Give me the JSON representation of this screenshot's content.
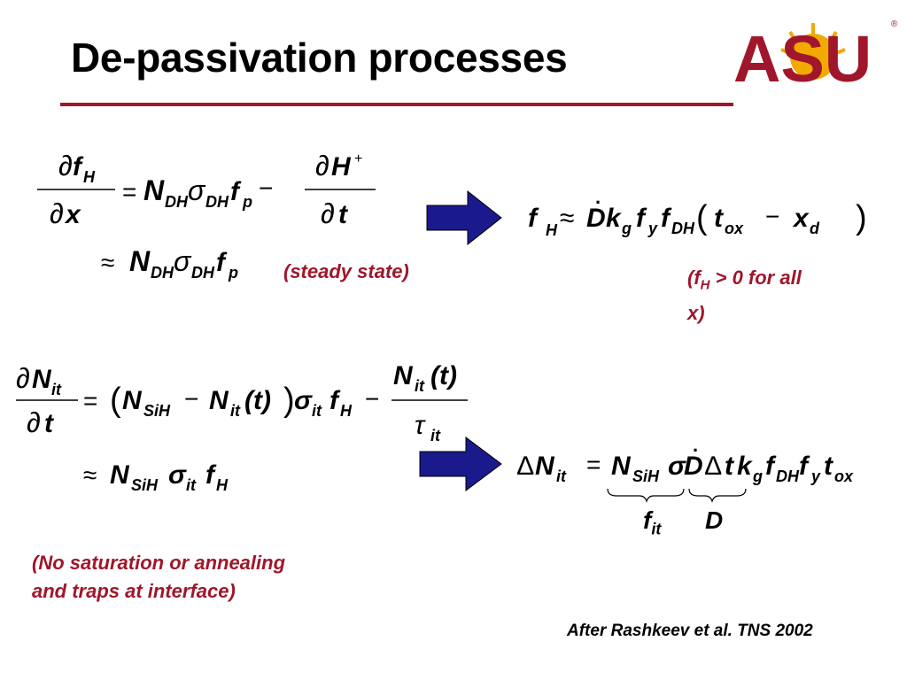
{
  "slide": {
    "title": "De-passivation processes",
    "logo_text": "ASU",
    "logo_registered": "®",
    "accent_color": "#a0162b",
    "arrow_color": "#1a1a8c"
  },
  "notes": {
    "steady_state": "(steady state)",
    "fh_positive_line1": "(f",
    "fh_positive_sub": "H",
    "fh_positive_line1_rest": " > 0 for all",
    "fh_positive_line2": "x)",
    "no_saturation_line1": "(No saturation or annealing",
    "no_saturation_line2": "and traps at interface)",
    "citation": "After Rashkeev et al. TNS 2002"
  },
  "labels": {
    "brace_fit_main": "f",
    "brace_fit_sub": "it",
    "brace_D": "D"
  },
  "icons": [
    "right-arrow-icon",
    "asu-logo-icon"
  ]
}
